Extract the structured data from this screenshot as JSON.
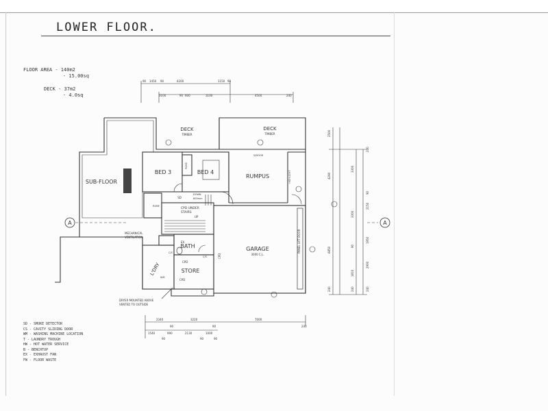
{
  "title": "LOWER FLOOR.",
  "floor_area": {
    "label": "FLOOR AREA -",
    "metric": "140m2",
    "squares": "- 15.00sq"
  },
  "deck_area": {
    "label": "DECK -",
    "metric": "37m2",
    "squares": "- 4.0sq"
  },
  "rooms": {
    "deck_left": "DECK",
    "deck_left_sub": "TIMBER",
    "deck_right": "DECK",
    "deck_right_sub": "TIMBER",
    "sub_floor": "SUB-FLOOR",
    "bed3": "BED 3",
    "bed4": "BED 4",
    "rumpus": "RUMPUS",
    "garage": "GARAGE",
    "garage_sub": "3000 C.L.",
    "bath": "BATH",
    "store": "STORE",
    "ldry": "L'DRY"
  },
  "notes": {
    "robe1": "ROBE",
    "robe2": "ROBE",
    "sd": "SD",
    "down": "DOWN",
    "down_dim": "600mm",
    "cpd_under": "CPD UNDER",
    "stairs": "STAIRS",
    "up": "UP",
    "mech1": "MECHANICAL",
    "mech2": "VENTILATION",
    "ex": "EX",
    "cs1": "C/S",
    "cs2": "C/S",
    "cpd1": "CPD",
    "cpd2": "CPD",
    "cpd3": "CPD",
    "wm": "WM",
    "sdoor": "S/DOOR",
    "highlight": "HIGHLIGHT",
    "panel_lift": "PANEL LIFT DOOR",
    "dryer1": "DRYER MOUNTED ABOVE",
    "dryer2": "VENTED TO OUTSIDE",
    "section_mark": "A"
  },
  "dims_top_row1": [
    "90",
    "1450",
    "90",
    "4200",
    "1150",
    "90"
  ],
  "dims_top_row2": [
    "3100",
    "90",
    "600",
    "3100",
    "4500",
    "240"
  ],
  "dims_bottom_row1": [
    "2340",
    "3220",
    "7000",
    "240",
    "90",
    "90"
  ],
  "dims_bottom_row2": [
    "1540",
    "990",
    "2130",
    "1000",
    "90",
    "90",
    "90"
  ],
  "dims_right_row1": [
    "2500",
    "4290",
    "6850",
    "240"
  ],
  "dims_right_row2": [
    "240",
    "3300",
    "90",
    "2150",
    "3300",
    "1950",
    "90",
    "2900",
    "1810",
    "240",
    "240"
  ],
  "legend": [
    "SD - SMOKE DETECTOR",
    "CS - CAVITY SLIDING DOOR",
    "WM - WASHING MACHINE LOCATION",
    "T - LAUNDRY TROUGH",
    "HW - HOT WATER SERVICE",
    "B - BENCHTOP",
    "EX - EXHAUST FAN",
    "FW - FLOOR WASTE"
  ]
}
